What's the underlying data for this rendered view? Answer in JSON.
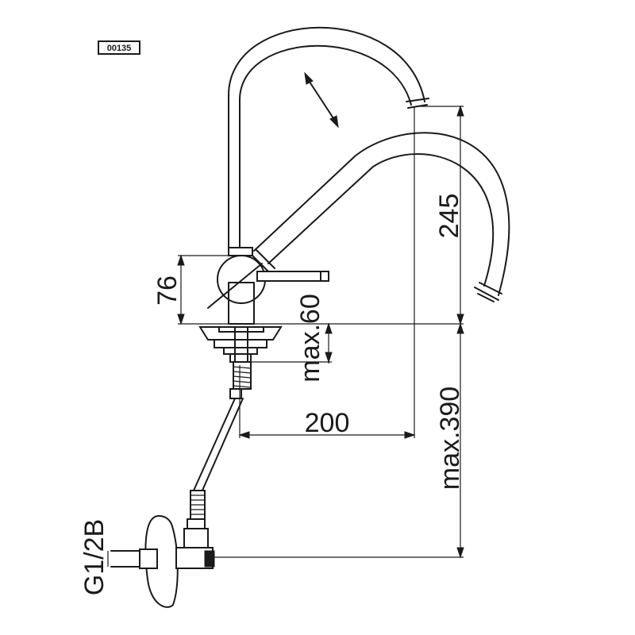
{
  "code": "00135",
  "dimensions": {
    "spout_height": "245",
    "body_height": "76",
    "deck_thickness": "max.60",
    "reach": "200",
    "below_deck": "max.390",
    "thread": "G1/2B"
  }
}
